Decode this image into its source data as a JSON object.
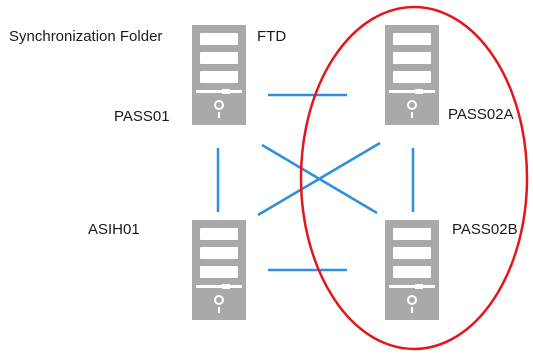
{
  "labels": {
    "sync_folder": "Synchronization Folder",
    "ftd": "FTD",
    "pass01": "PASS01",
    "pass02a": "PASS02A",
    "asih01": "ASIH01",
    "pass02b": "PASS02B"
  },
  "colors": {
    "link": "#2e8fdc",
    "highlight_ellipse": "#e3161b",
    "server_body": "#a9a9a9",
    "server_slot": "#ffffff",
    "label_text": "#1a1a1a"
  },
  "icons": {
    "server": "server-tower-icon"
  }
}
